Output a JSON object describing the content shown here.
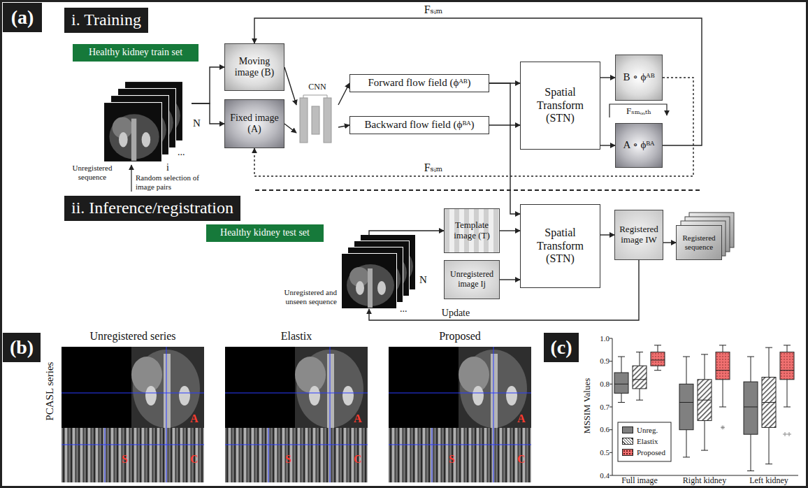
{
  "diagram": {
    "nodes": [
      {
        "text": [
          "(a)"
        ]
      },
      {
        "text": [
          "i. Training"
        ]
      },
      {
        "text": [
          "Healthy kidney train set"
        ]
      },
      {
        "text": [
          "N",
          "...",
          "i",
          "Unregistered sequence"
        ]
      },
      {
        "text": [
          "Moving image (B)"
        ]
      },
      {
        "text": [
          "Fixed image (A)"
        ]
      },
      {
        "text": [
          "CNN"
        ]
      },
      {
        "text": [
          "Forward flow field (ϕᴬᴮ)"
        ]
      },
      {
        "text": [
          "Backward flow field (ϕᴮᴬ)"
        ]
      },
      {
        "text": [
          "Spatial Transform (STN)"
        ]
      },
      {
        "text": [
          "B ∘ ϕᴬᴮ"
        ]
      },
      {
        "text": [
          "A ∘ ϕᴮᴬ"
        ]
      },
      {
        "text": [
          "ii. Inference/registration"
        ]
      },
      {
        "text": [
          "Template image (T)"
        ]
      },
      {
        "text": [
          "Healthy kidney test set"
        ]
      },
      {
        "text": [
          "N",
          "...",
          "Unregistered and unseen sequence"
        ]
      },
      {
        "text": [
          "Spatial Transform (STN)"
        ]
      },
      {
        "text": [
          "Unregistered image Ij"
        ]
      },
      {
        "text": [
          "Registered image IW"
        ]
      },
      {
        "text": [
          "Registered sequence"
        ]
      },
      {
        "text": [
          "(b)"
        ]
      },
      {
        "text": [
          "Unregistered series",
          "A",
          "S",
          "C"
        ]
      },
      {
        "text": [
          "Elastix",
          "A",
          "S",
          "C"
        ]
      },
      {
        "text": [
          "Proposed",
          "A",
          "S",
          "C"
        ]
      },
      {
        "text": [
          "(c)"
        ]
      }
    ],
    "edges": [
      {
        "from": 3,
        "to": 4,
        "arrow": "to"
      },
      {
        "from": 3,
        "to": 5,
        "arrow": "to"
      },
      {
        "from": 4,
        "to": 6,
        "arrow": "to"
      },
      {
        "from": 5,
        "to": 6,
        "arrow": "to"
      },
      {
        "from": 6,
        "to": 7,
        "arrow": "to"
      },
      {
        "from": 6,
        "to": 8,
        "arrow": "to"
      },
      {
        "from": 7,
        "to": 9,
        "arrow": "to"
      },
      {
        "from": 8,
        "to": 9,
        "arrow": "to"
      },
      {
        "from": 9,
        "to": 10,
        "arrow": "to"
      },
      {
        "from": 9,
        "to": 11,
        "arrow": "to"
      },
      {
        "from": 11,
        "to": 4,
        "label": "Fₛᵢₘ",
        "arrow": "to"
      },
      {
        "from": 10,
        "to": 5,
        "label": "Fₛᵢₘ",
        "arrow": "to"
      },
      {
        "from": 15,
        "to": 13,
        "arrow": "to"
      },
      {
        "from": 7,
        "to": 16,
        "arrow": "to"
      },
      {
        "from": 13,
        "to": 16,
        "arrow": "to"
      },
      {
        "from": 17,
        "to": 16,
        "arrow": "to"
      },
      {
        "from": 16,
        "to": 18,
        "arrow": "to"
      },
      {
        "from": 18,
        "to": 19,
        "arrow": "to"
      },
      {
        "from": 18,
        "to": 15,
        "label": "Update",
        "arrow": "to"
      }
    ],
    "labels": [
      "Fₛₘₒₒₜₕ",
      "Random selection of image pairs",
      "PCASL series",
      "MSSIM Values",
      "1.0",
      "0.9",
      "0.8",
      "0.7",
      "0.6",
      "0.5",
      "0.4",
      "Full image",
      "Right kidney",
      "Left kidney"
    ],
    "legend": [
      {
        "text": "Unreg.",
        "color": "#808080"
      },
      {
        "text": "Elastix"
      },
      {
        "text": "Proposed",
        "color": "#f07070"
      }
    ]
  }
}
